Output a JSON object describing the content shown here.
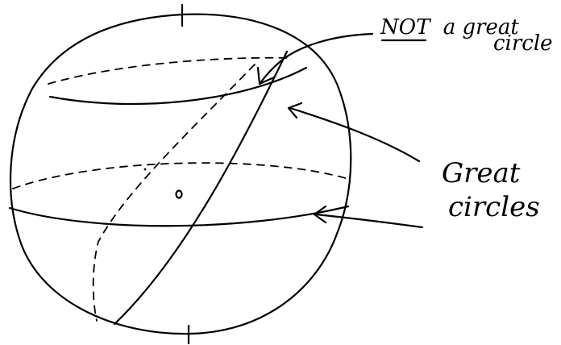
{
  "annotations": {
    "not_great_circle": {
      "emphasis": "NOT",
      "line1_rest": "a great",
      "line2": "circle"
    },
    "great_circles": {
      "line1": "Great",
      "line2": "circles"
    }
  },
  "colors": {
    "ink": "#000000",
    "background": "#ffffff"
  },
  "icons": [
    "sphere-outline",
    "center-point",
    "arrow"
  ]
}
